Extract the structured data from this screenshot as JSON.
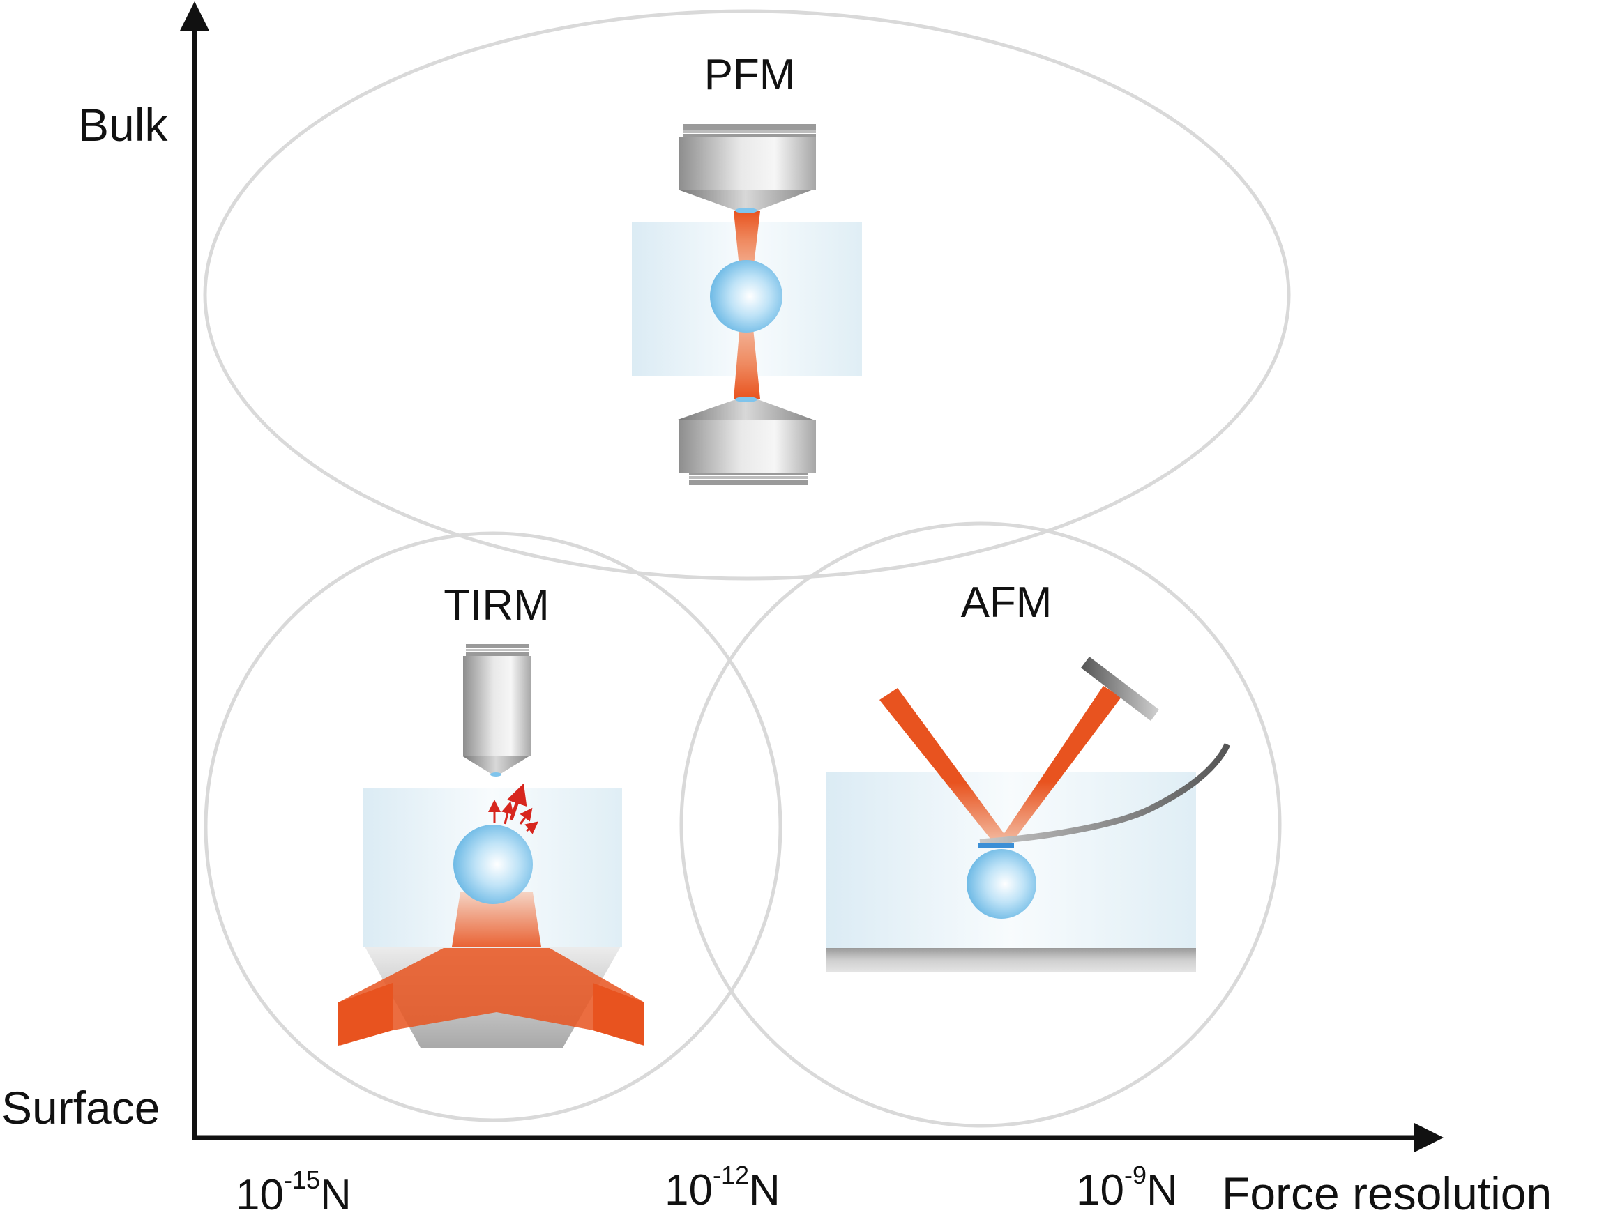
{
  "axes": {
    "y_top_label": "Bulk",
    "y_bottom_label": "Surface",
    "x_label": "Force resolution",
    "x_ticks": [
      {
        "base": "10",
        "exp": "-15",
        "unit": "N"
      },
      {
        "base": "10",
        "exp": "-12",
        "unit": "N"
      },
      {
        "base": "10",
        "exp": "-9",
        "unit": "N"
      }
    ]
  },
  "regions": {
    "pfm": "PFM",
    "tirm": "TIRM",
    "afm": "AFM"
  },
  "colors": {
    "ellipse_stroke": "#d9d9d9",
    "laser": "#e8531f",
    "bead": "#7fc4ec",
    "medium": "#dfeef5",
    "metal_dark": "#8e8e8e",
    "metal_light": "#e6e6e6"
  }
}
